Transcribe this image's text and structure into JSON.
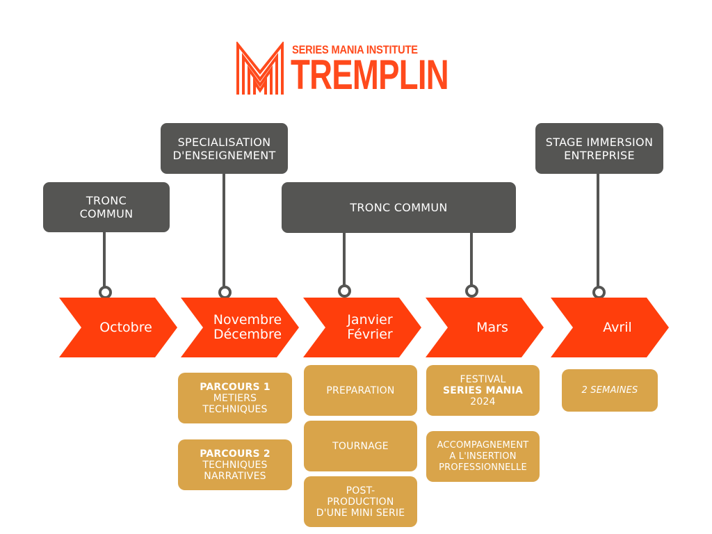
{
  "logo": {
    "subtitle": "SERIES MANIA INSTITUTE",
    "title": "TREMPLIN"
  },
  "colors": {
    "accent": "#ff3e0c",
    "dark": "#555553",
    "gold": "#d9a44a"
  },
  "headers": [
    {
      "label": "TRONC\nCOMMUN"
    },
    {
      "label": "SPECIALISATION\nD'ENSEIGNEMENT"
    },
    {
      "label": "TRONC COMMUN"
    },
    {
      "label": "STAGE IMMERSION\nENTREPRISE"
    }
  ],
  "months": [
    {
      "label": "Octobre"
    },
    {
      "label": "Novembre\nDécembre"
    },
    {
      "label": "Janvier\nFévrier"
    },
    {
      "label": "Mars"
    },
    {
      "label": "Avril"
    }
  ],
  "details": {
    "parcours1": {
      "bold": "PARCOURS 1",
      "text": "METIERS\nTECHNIQUES"
    },
    "parcours2": {
      "bold": "PARCOURS 2",
      "text": "TECHNIQUES\nNARRATIVES"
    },
    "preparation": "PREPARATION",
    "tournage": "TOURNAGE",
    "postproduction": "POST-\nPRODUCTION\nD'UNE MINI SERIE",
    "festival": {
      "top": "FESTIVAL",
      "bold": "SERIES MANIA",
      "bottom": "2024"
    },
    "accompagnement": "ACCOMPAGNEMENT\nA L'INSERTION\nPROFESSIONNELLE",
    "stage_duration": "2 SEMAINES"
  }
}
